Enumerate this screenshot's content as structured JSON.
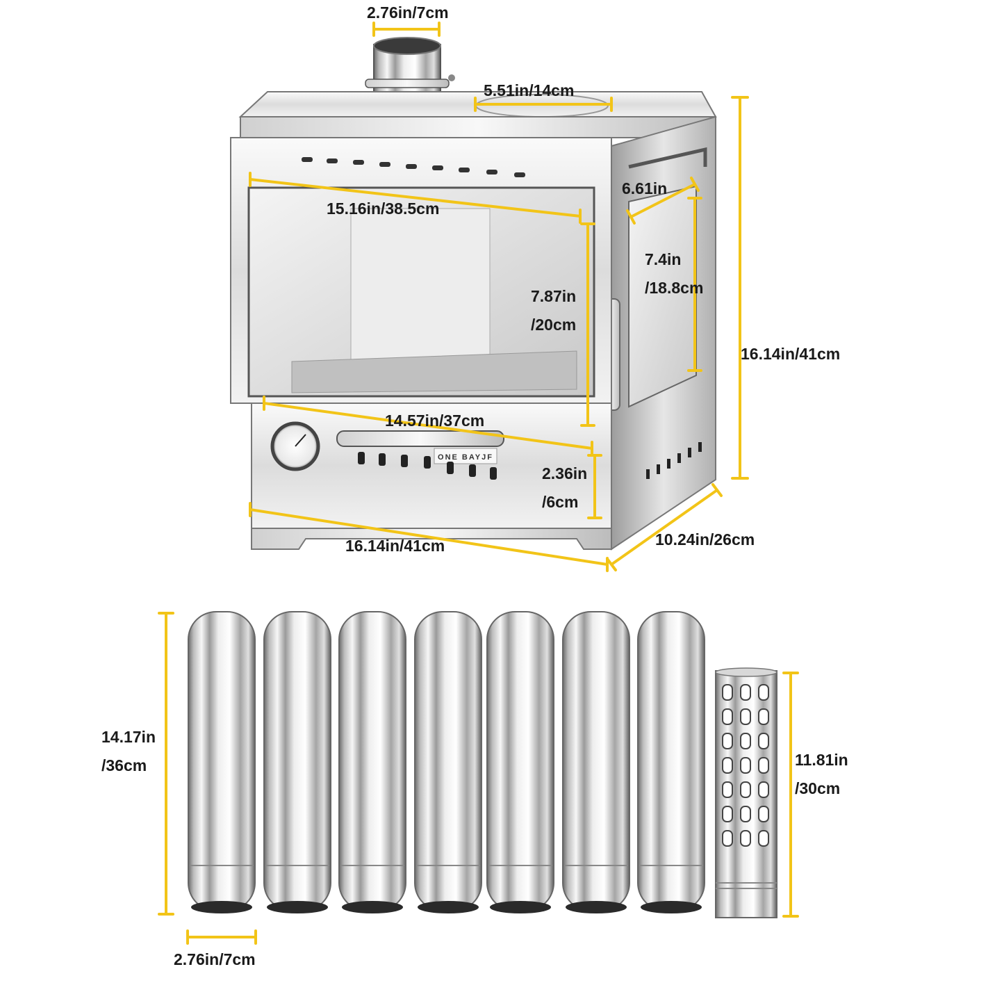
{
  "stove": {
    "brand_plate": "ONE BAYJF",
    "dimensions": {
      "chimney_diameter": "2.76in/7cm",
      "top_hole": "5.51in/14cm",
      "window_width": "15.16in/38.5cm",
      "side_window_width": "6.61in",
      "side_window_height": [
        "7.4in",
        "/18.8cm"
      ],
      "front_window_height": [
        "7.87in",
        "/20cm"
      ],
      "inner_width": "14.57in/37cm",
      "firebox_height": [
        "2.36in",
        "/6cm"
      ],
      "total_height": "16.14in/41cm",
      "total_width": "16.14in/41cm",
      "depth": "10.24in/26cm"
    }
  },
  "pipes": {
    "solid_count": 7,
    "section_length": [
      "14.17in",
      "/36cm"
    ],
    "diameter": "2.76in/7cm",
    "spark_arrestor_length": [
      "11.81in",
      "/30cm"
    ]
  },
  "colors": {
    "dimension_line": "#f2c418",
    "steel_light": "#f4f4f4",
    "steel_dark": "#5a5a5a"
  }
}
